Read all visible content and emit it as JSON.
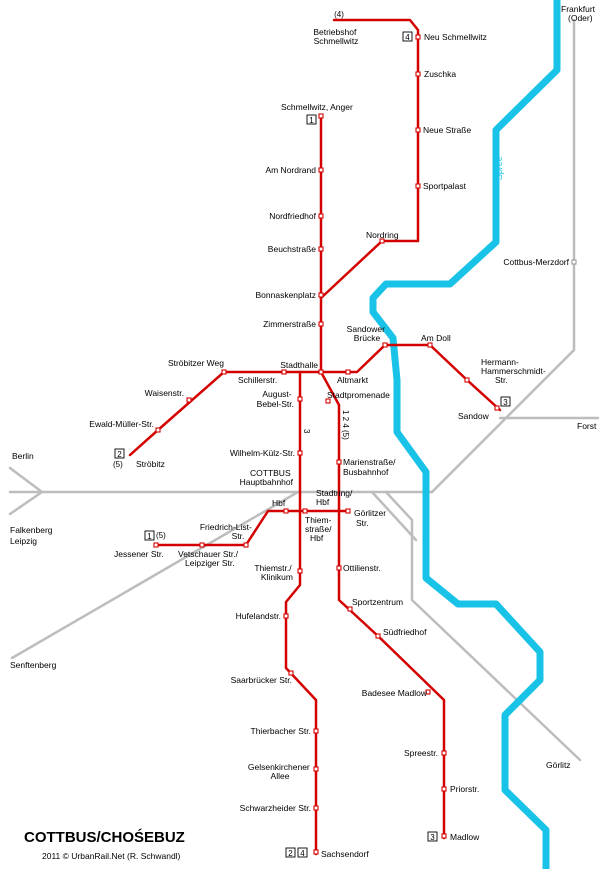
{
  "title": "COTTBUS/CHOŚEBUZ",
  "credit": "2011 © UrbanRail.Net (R. Schwandl)",
  "colors": {
    "tram": "#d40000",
    "rail": "#bdbdbd",
    "river": "#19c3e8"
  },
  "river": {
    "name": "Spree"
  },
  "stations": {
    "betriebshof": [
      "Betriebshof",
      "Schmellwitz"
    ],
    "neu_schmellwitz": "Neu Schmellwitz",
    "zuschka": "Zuschka",
    "neue_strasse": "Neue Straße",
    "sportpalast": "Sportpalast",
    "nordring": "Nordring",
    "schmellwitz_anger": "Schmellwitz, Anger",
    "am_nordrand": "Am Nordrand",
    "nordfriedhof": "Nordfriedhof",
    "beuchstrasse": "Beuchstraße",
    "bonnaskenplatz": "Bonnaskenplatz",
    "zimmerstrasse": "Zimmerstraße",
    "sandower_bruecke": [
      "Sandower",
      "Brücke"
    ],
    "am_doll": "Am Doll",
    "hermann": [
      "Hermann-",
      "Hammerschmidt-",
      "Str."
    ],
    "sandow": "Sandow",
    "stroebitzer_weg": "Ströbitzer Weg",
    "stadthalle": "Stadthalle",
    "schillerstr": "Schillerstr.",
    "altmarkt": "Altmarkt",
    "waisenstr": "Waisenstr.",
    "august_bebel": [
      "August-",
      "Bebel-Str."
    ],
    "stadtpromenade": "Stadtpromenade",
    "ewald_mueller": "Ewald-Müller-Str.",
    "stroebitz": "Ströbitz",
    "wilhelm_kuelz": "Wilhelm-Külz-Str.",
    "marienstrasse": [
      "Marienstraße/",
      "Busbahnhof"
    ],
    "cottbus_hbf": [
      "COTTBUS",
      "Hauptbahnhof"
    ],
    "stadtring_hbf": [
      "Stadtring/",
      "Hbf"
    ],
    "hbf": "Hbf",
    "goerlitzer": [
      "Görlitzer",
      "Str."
    ],
    "thiemstrasse_hbf": [
      "Thiem-",
      "straße/",
      "Hbf"
    ],
    "friedrich_list": [
      "Friedrich-List-",
      "Str."
    ],
    "jessener": "Jessener Str.",
    "vetschauer": [
      "Vetschauer Str./",
      "Leipziger Str."
    ],
    "thiemstr_klinikum": [
      "Thiemstr./",
      "Klinikum"
    ],
    "ottilienstr": "Ottilienstr.",
    "sportzentrum": "Sportzentrum",
    "suedfriedhof": "Südfriedhof",
    "hufelandstr": "Hufelandstr.",
    "saarbruecker": "Saarbrücker Str.",
    "badesee": "Badesee Madlow",
    "thierbacher": "Thierbacher Str.",
    "spreestr": "Spreestr.",
    "gelsenkirchener": [
      "Gelsenkirchener",
      "Allee"
    ],
    "priorstr": "Priorstr.",
    "schwarzheider": "Schwarzheider Str.",
    "madlow": "Madlow",
    "sachsendorf": "Sachsendorf",
    "merzdorf": "Cottbus-Merzdorf"
  },
  "rail_destinations": {
    "frankfurt": [
      "Frankfurt",
      "(Oder)"
    ],
    "forst": "Forst",
    "berlin": "Berlin",
    "falkenberg": [
      "Falkenberg",
      "Leipzig"
    ],
    "senftenberg": "Senftenberg",
    "goerlitz": "Görlitz"
  },
  "line_badges": {
    "neu_schmellwitz": "4",
    "betriebshof_note": "(4)",
    "schmellwitz_anger": "1",
    "stroebitz": "2",
    "stroebitz_note": "(5)",
    "jessener": "1",
    "jessener_note": "(5)",
    "sandow": "3",
    "madlow": "3",
    "sachsendorf_a": "2",
    "sachsendorf_b": "4",
    "route_3": "3",
    "route_124": "1 2 4 (5)"
  }
}
